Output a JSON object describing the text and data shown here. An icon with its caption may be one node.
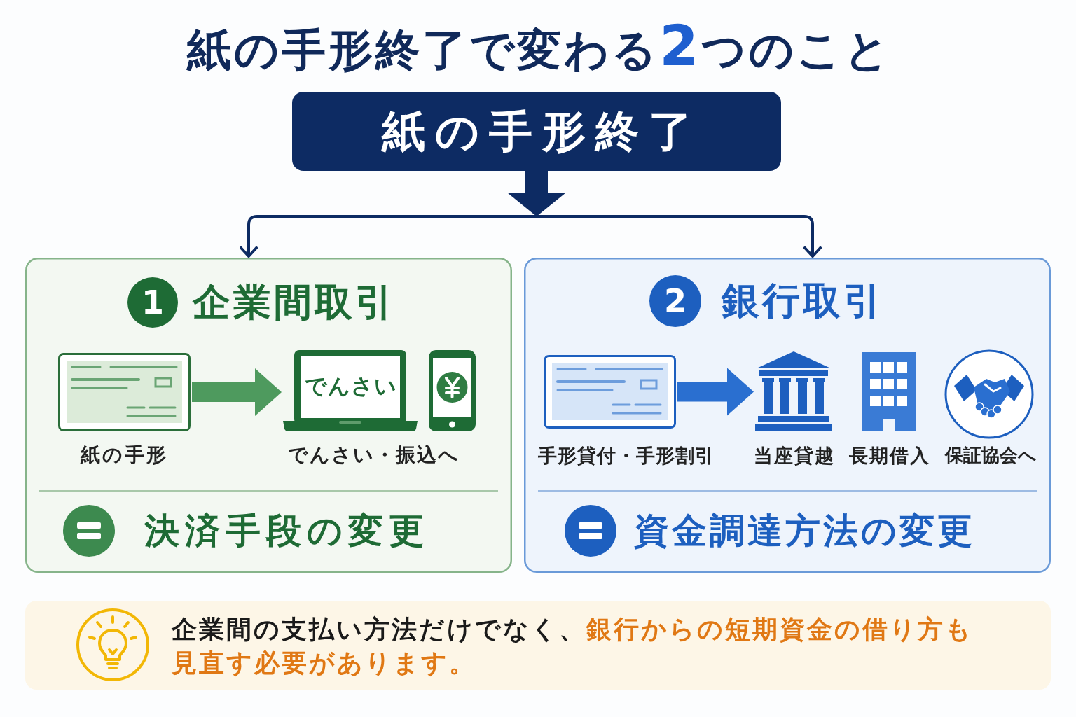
{
  "diagram": {
    "title": "紙の手形終了で変わる**2**つのこと",
    "nodes": [
      {
        "text": [
          "紙の手形終了"
        ]
      },
      {
        "text": [
          "企業間取引",
          "決済手段の変更"
        ]
      },
      {
        "text": [
          "1"
        ],
        "in": 1
      },
      {
        "text": [],
        "shape": "picture",
        "beside": [
          "紙の手形"
        ],
        "in": 1
      },
      {
        "text": [
          "でんさい"
        ],
        "beside": [
          "でんさい・振込へ"
        ],
        "in": 1
      },
      {
        "text": [
          "銀行取引",
          "資金調達方法の変更"
        ]
      },
      {
        "text": [
          "2"
        ],
        "in": 5
      },
      {
        "text": [],
        "shape": "picture",
        "beside": [
          "手形貸付・手形割引"
        ],
        "in": 5
      },
      {
        "text": [],
        "shape": "picture",
        "beside": [
          "当座貸越"
        ],
        "in": 5
      },
      {
        "text": [],
        "shape": "picture",
        "beside": [
          "長期借入"
        ],
        "in": 5
      },
      {
        "text": [],
        "shape": "picture",
        "beside": [
          "保証協会へ"
        ],
        "in": 5
      },
      {
        "text": [
          "企業間の支払い方法だけでなく、**銀行からの短期資金の借り方も見直す必要があります。**"
        ]
      }
    ],
    "edges": [
      {
        "from": 0,
        "to": 1,
        "arrow": "to"
      },
      {
        "from": 0,
        "to": 5,
        "arrow": "to"
      },
      {
        "from": 3,
        "to": 4,
        "arrow": "to",
        "style": "thick",
        "color": "#4e9a5e"
      },
      {
        "from": 7,
        "to": 8,
        "arrow": "to",
        "style": "thick",
        "color": "#2a6fd0"
      }
    ]
  }
}
